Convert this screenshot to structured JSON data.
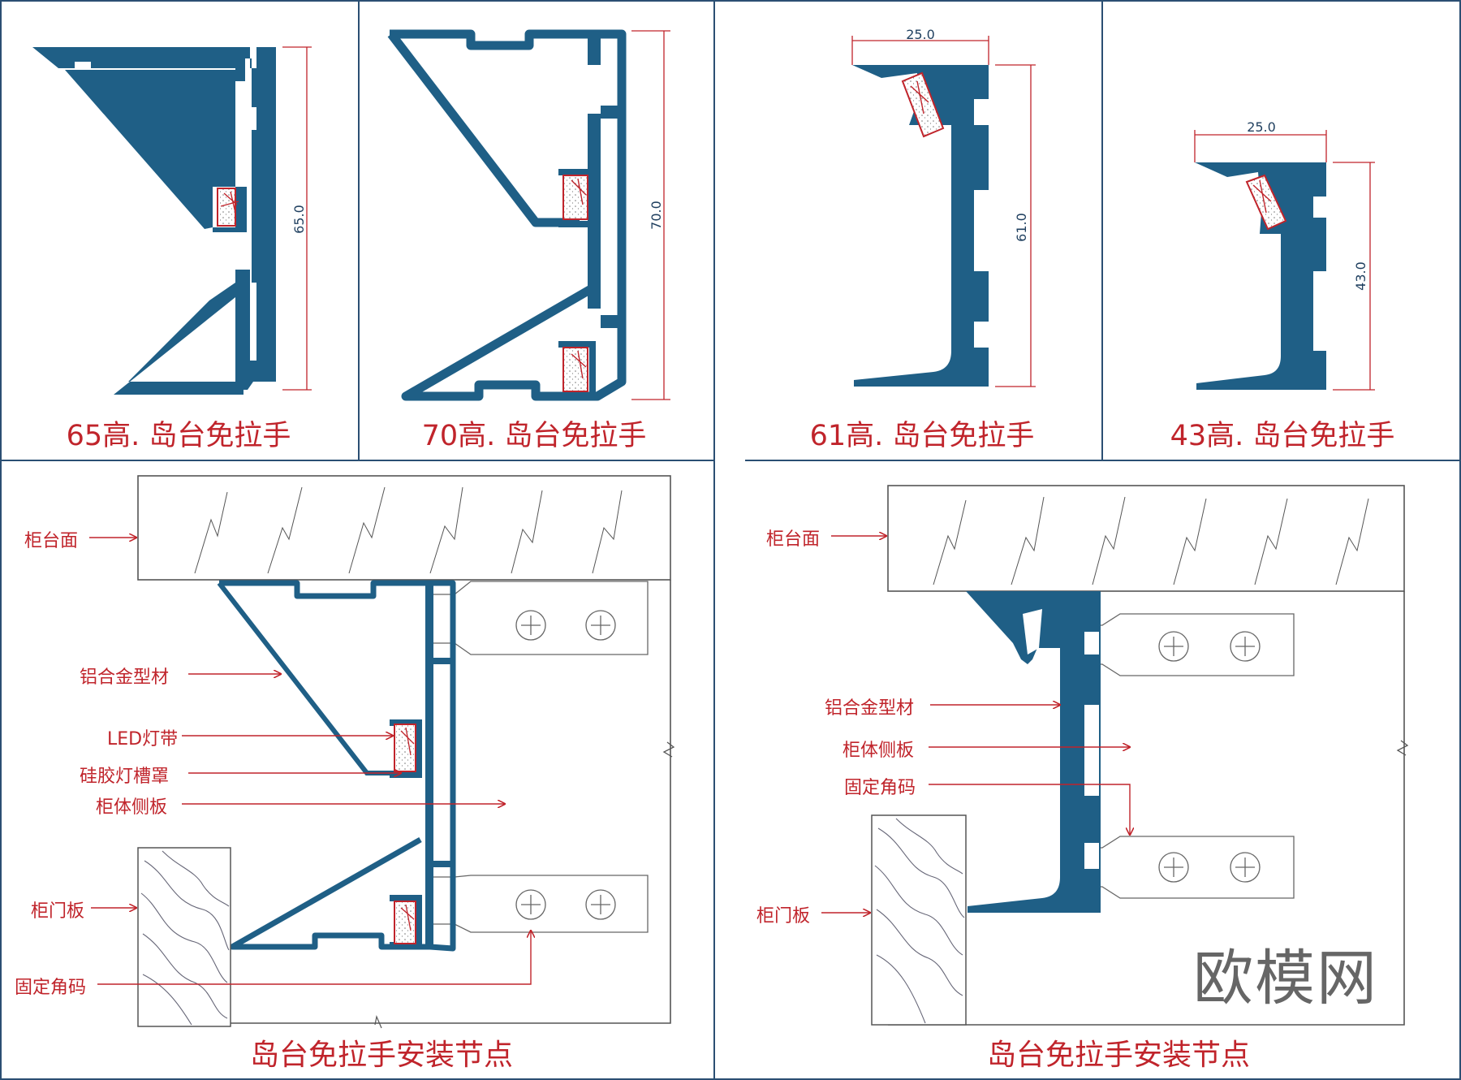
{
  "captions": {
    "c65": "65高. 岛台免拉手",
    "c70": "70高. 岛台免拉手",
    "c61": "61高. 岛台免拉手",
    "c43": "43高. 岛台免拉手",
    "install_left": "岛台免拉手安装节点",
    "install_right": "岛台免拉手安装节点"
  },
  "dims": {
    "d65": "65.0",
    "d70": "70.0",
    "d61": "61.0",
    "d61_w": "25.0",
    "d43": "43.0",
    "d43_w": "25.0"
  },
  "left_labels": {
    "countertop": "柜台面",
    "profile": "铝合金型材",
    "led": "LED灯带",
    "cover": "硅胶灯槽罩",
    "side_panel": "柜体侧板",
    "door": "柜门板",
    "bracket": "固定角码"
  },
  "right_labels": {
    "countertop": "柜台面",
    "profile": "铝合金型材",
    "side_panel": "柜体侧板",
    "bracket": "固定角码",
    "door": "柜门板"
  },
  "watermark": "欧模网",
  "colors": {
    "profile": "#1f5f86",
    "annotation": "#c0242b",
    "border": "#2b4f73"
  }
}
